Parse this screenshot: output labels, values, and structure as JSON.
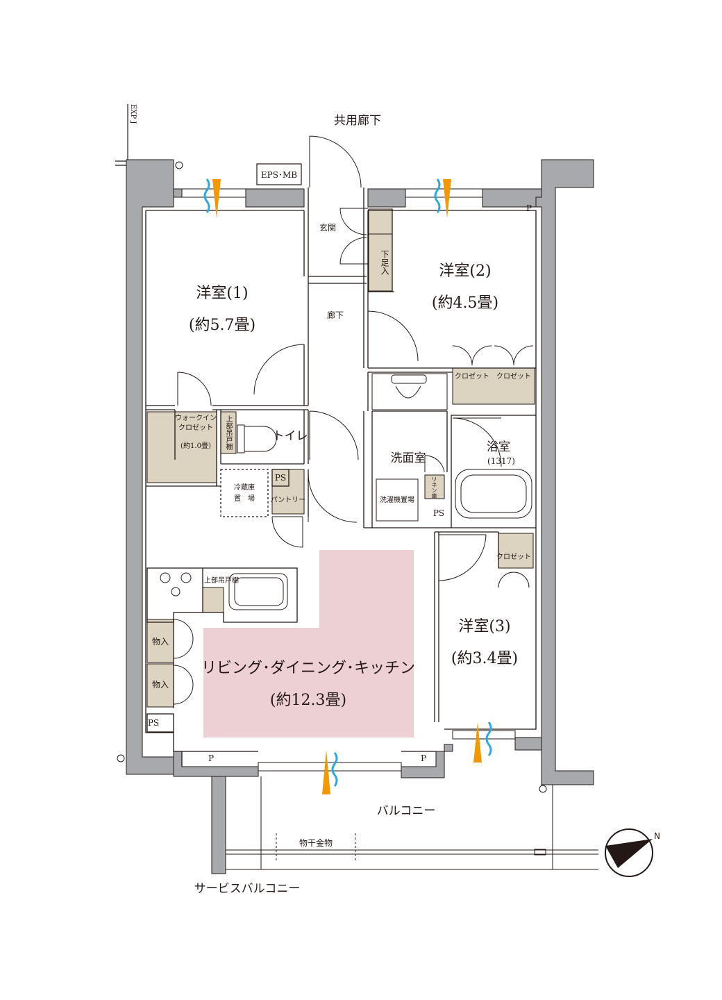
{
  "labels": {
    "corridor_common": "共用廊下",
    "exp_j": "EXP J",
    "eps_mb": "EPS･MB",
    "entrance": "玄関",
    "shoe_box": "下足入",
    "hallway": "廊下",
    "room1_name": "洋室(1)",
    "room1_size": "(約5.7畳)",
    "room2_name": "洋室(2)",
    "room2_size": "(約4.5畳)",
    "room3_name": "洋室(3)",
    "room3_size": "(約3.4畳)",
    "closet": "クロゼット",
    "walkin_closet_1": "ウォークイン",
    "walkin_closet_2": "クロゼット",
    "walkin_closet_size": "(約1.0畳)",
    "upper_cabinet_v": "上部吊戸棚",
    "toilet": "トイレ",
    "washroom": "洗面室",
    "bathroom": "浴室",
    "bathroom_size": "(1317)",
    "linen": "リネン庫",
    "washer": "洗濯機置場",
    "ps": "PS",
    "fridge_1": "冷蔵庫",
    "fridge_2": "置　場",
    "pantry": "パントリー",
    "upper_cabinet": "上部吊戸棚",
    "storage": "物入",
    "ldk_name": "リビング･ダイニング･キッチン",
    "ldk_size": "(約12.3畳)",
    "p_mark": "P",
    "balcony": "バルコニー",
    "drying_hardware": "物干金物",
    "service_balcony": "サービスバルコニー",
    "north": "N"
  },
  "colors": {
    "wall": "#a7a9ac",
    "line": "#231815",
    "storage_fill": "#ddd3c1",
    "ldk_fill": "#ecd0d3",
    "vent_blue": "#29abe2",
    "vent_orange": "#f39800"
  }
}
